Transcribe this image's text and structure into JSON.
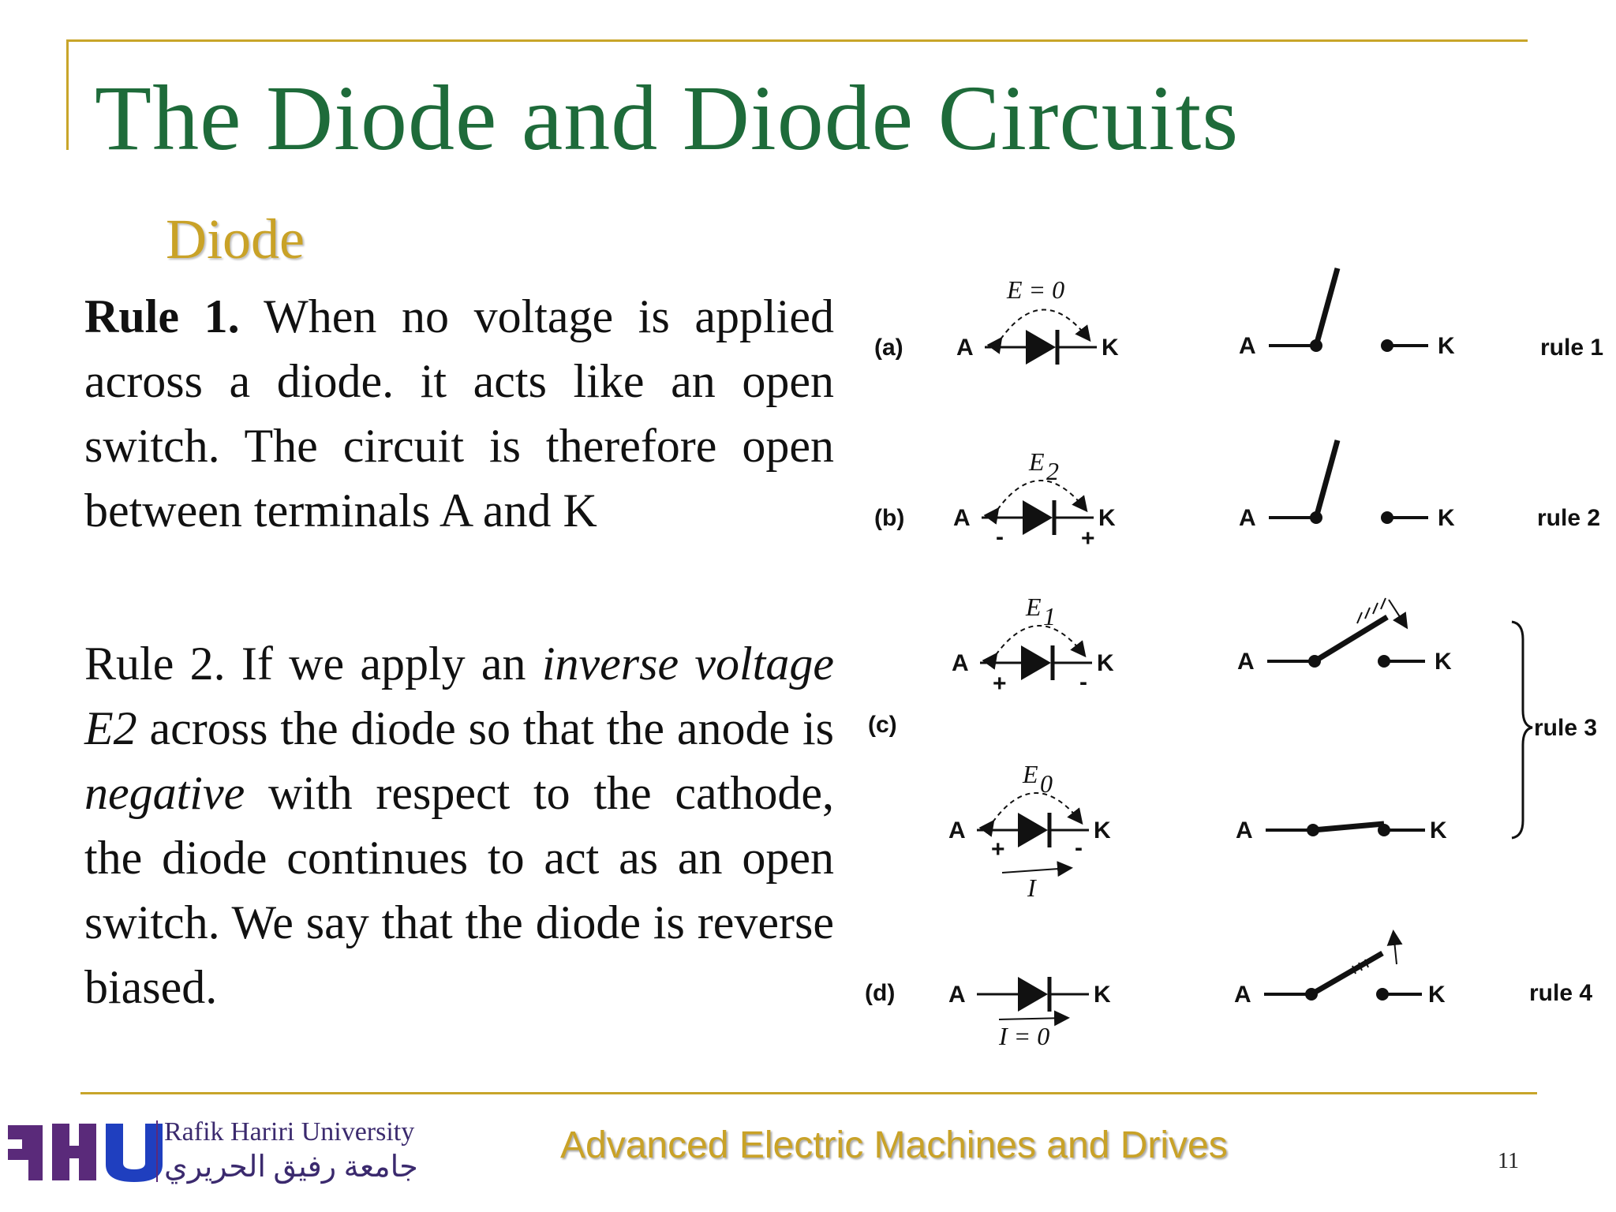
{
  "slide": {
    "title": "The Diode and Diode Circuits",
    "subtitle": "Diode",
    "page_number": "11"
  },
  "rule1": {
    "label": "Rule 1.",
    "text": " When no voltage is applied across a diode. it acts like an open switch. The circuit is therefore open between terminals A and K"
  },
  "rule2": {
    "part1": "Rule 2. If we apply an ",
    "italic1": "inverse voltage E2",
    "part2": " across the diode so that the anode is ",
    "italic2": "negative",
    "part3": " with respect to the cathode, the diode continues to act as an open switch. We say that the diode is reverse biased."
  },
  "figure": {
    "row_labels": [
      "(a)",
      "(b)",
      "(c)",
      "(d)"
    ],
    "rule_labels": [
      "rule 1",
      "rule 2",
      "rule 3",
      "rule 4"
    ],
    "anode": "A",
    "cathode": "K",
    "voltages": [
      "E = 0",
      "E",
      "E",
      "E"
    ],
    "voltage_subscripts": [
      "",
      "2",
      "1",
      "0"
    ],
    "currents": [
      "I",
      "I = 0"
    ],
    "plus": "+",
    "minus": "-"
  },
  "footer": {
    "university_en": "Rafik Hariri University",
    "university_ar": "جامعة رفيق الحريري",
    "course": "Advanced Electric Machines and Drives"
  }
}
